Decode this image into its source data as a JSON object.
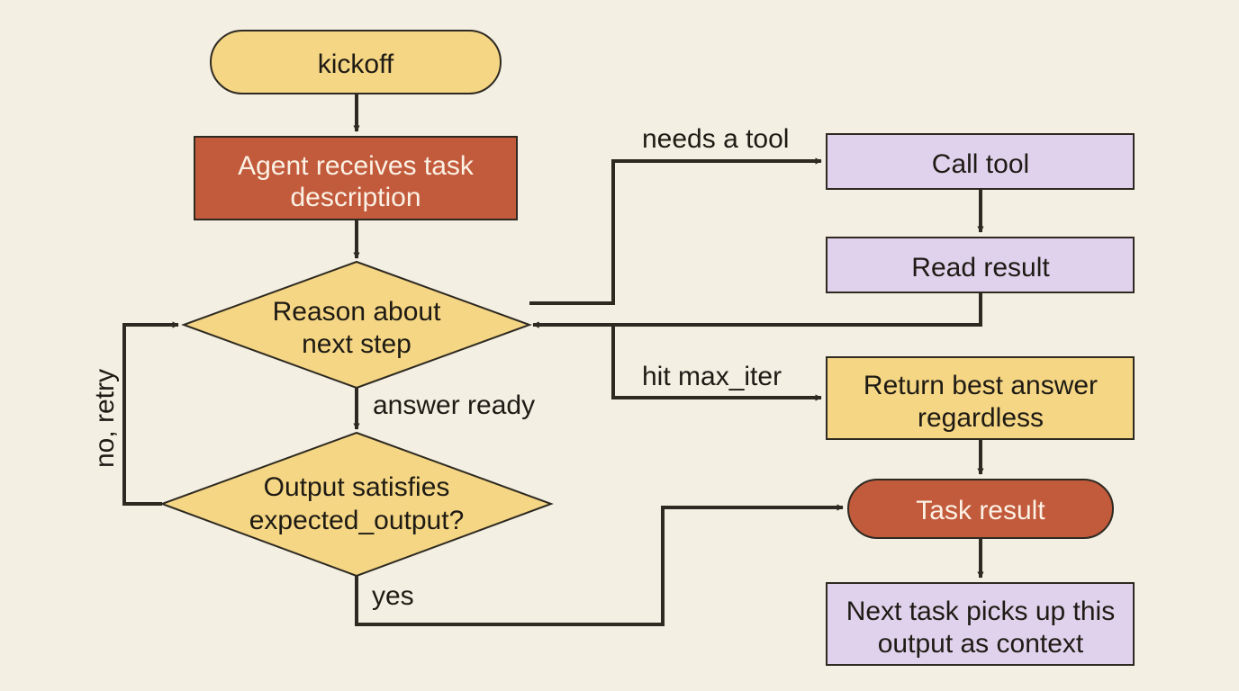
{
  "colors": {
    "background": "#f3efe2",
    "yellow": "#f4d684",
    "red": "#c25a3c",
    "lavender": "#e0d2ec",
    "stroke": "#2e2a22",
    "text_dark": "#1e1a14",
    "text_light": "#fbf1e4"
  },
  "nodes": {
    "kickoff": {
      "label": "kickoff"
    },
    "agent_receives": {
      "lines": [
        "Agent receives task",
        "description"
      ]
    },
    "reason": {
      "lines": [
        "Reason about",
        "next step"
      ]
    },
    "output_check": {
      "lines": [
        "Output satisfies",
        "expected_output?"
      ]
    },
    "call_tool": {
      "label": "Call tool"
    },
    "read_result": {
      "label": "Read result"
    },
    "return_best": {
      "lines": [
        "Return best answer",
        "regardless"
      ]
    },
    "task_result": {
      "label": "Task result"
    },
    "next_task": {
      "lines": [
        "Next task picks up this",
        "output as context"
      ]
    }
  },
  "edges": {
    "needs_tool": "needs a tool",
    "hit_max_iter": "hit max_iter",
    "answer_ready": "answer ready",
    "no_retry": "no, retry",
    "yes": "yes"
  }
}
